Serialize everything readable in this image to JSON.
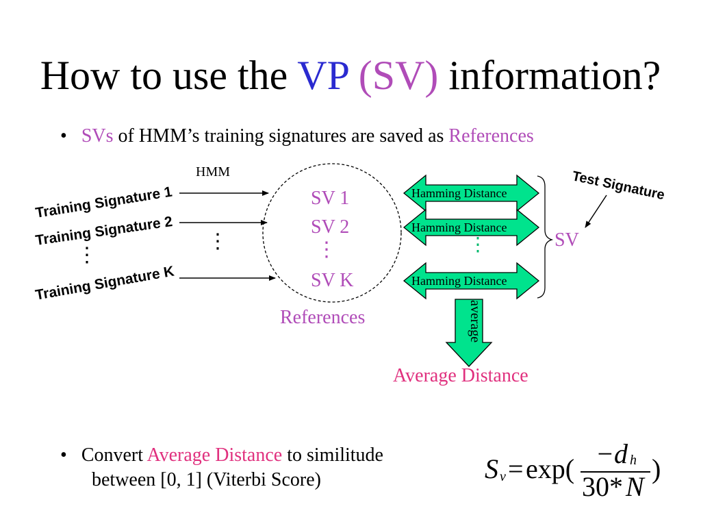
{
  "title": {
    "prefix": "How to use the ",
    "vp": "VP",
    "sv": "(SV)",
    "suffix": "information?"
  },
  "bullet1": {
    "marker": "•",
    "svs": "SVs",
    "middle": " of HMM’s training signatures are saved as ",
    "references": "References"
  },
  "diagram": {
    "hmm": "HMM",
    "training": [
      "Training Signature 1",
      "Training Signature 2",
      "Training Signature K"
    ],
    "vdots": "⋮",
    "svs": [
      "SV 1",
      "SV 2",
      "SV K"
    ],
    "references_label": "References",
    "hamming": [
      "Hamming Distance",
      "Hamming Distance",
      "Hamming Distance"
    ],
    "test_signature": "Test Signature",
    "sv_brace_label": "SV",
    "average_label": "average",
    "average_distance": "Average Distance"
  },
  "bullet2": {
    "marker": "•",
    "convert": "Convert ",
    "avg": "Average Distance",
    "rest1": " to similitude",
    "line2": "between [0, 1] (Viterbi Score)"
  },
  "formula": {
    "S": "S",
    "v": "v",
    "eq": "=",
    "exp": "exp(",
    "minus_d": "−d",
    "h": "h",
    "den": "30*",
    "N": "N",
    "close": ")"
  },
  "colors": {
    "blue": "#2a2ad0",
    "purple": "#b04cb8",
    "pink": "#e0307e",
    "teal": "#00b86b",
    "green_fill": "#00e38d"
  }
}
